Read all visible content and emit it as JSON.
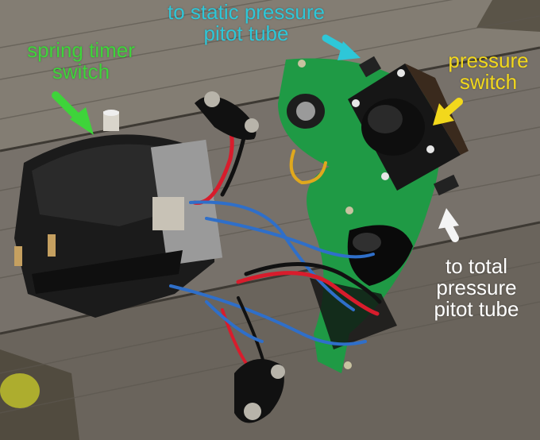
{
  "labels": {
    "static_pressure": {
      "line1": "to static pressure",
      "line2": "pitot tube",
      "color": "#2ec7d8"
    },
    "spring_timer": {
      "line1": "spring timer",
      "line2": "switch",
      "color": "#3ed43a"
    },
    "pressure_switch": {
      "line1": "pressure",
      "line2": "switch",
      "color": "#f2d81c"
    },
    "total_pressure": {
      "line1": "to total",
      "line2": "pressure",
      "line3": "pitot tube",
      "color": "#ffffff"
    }
  },
  "colors": {
    "wood": "#6f6a62",
    "pcb": "#1f9a45",
    "sensor_body": "#1a1a1a",
    "wire_red": "#d81c2c",
    "wire_blue": "#2f6fc9",
    "wire_black": "#111111"
  }
}
